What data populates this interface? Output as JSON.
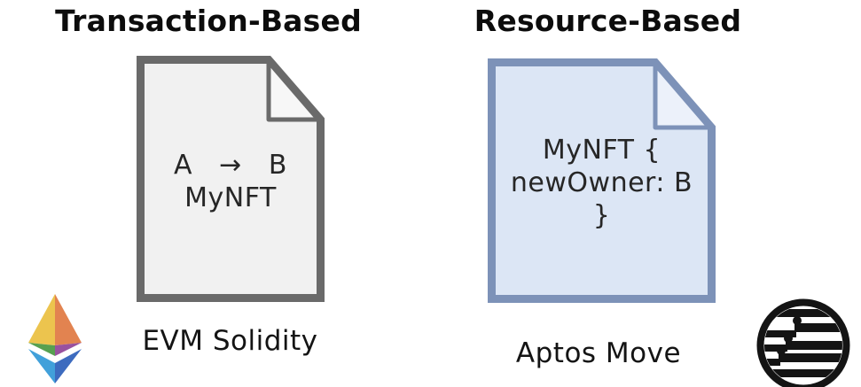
{
  "text_color": "#1b1b1b",
  "left_panel": {
    "title": "Transaction-Based",
    "document": {
      "line1": "A   →   B",
      "line2": "MyNFT",
      "fill_color": "#f1f1f1",
      "border_color": "#6a6a6a",
      "fold_color": "#f7f7f7"
    },
    "label": "EVM Solidity",
    "logo": {
      "name": "ethereum-logo",
      "colors": {
        "top_left": "#ecc44e",
        "top_right": "#e28350",
        "mid_left": "#57a050",
        "mid_right": "#99519f",
        "bottom_left": "#41a0da",
        "bottom_right": "#3d6bbf"
      }
    }
  },
  "right_panel": {
    "title": "Resource-Based",
    "document": {
      "line1": "MyNFT {",
      "line2": "newOwner: B",
      "line3": "}",
      "fill_color": "#dce6f5",
      "border_color": "#7d92b8",
      "fold_color": "#ecf1fa"
    },
    "label": "Aptos Move",
    "logo": {
      "name": "aptos-logo",
      "color": "#141414"
    }
  }
}
